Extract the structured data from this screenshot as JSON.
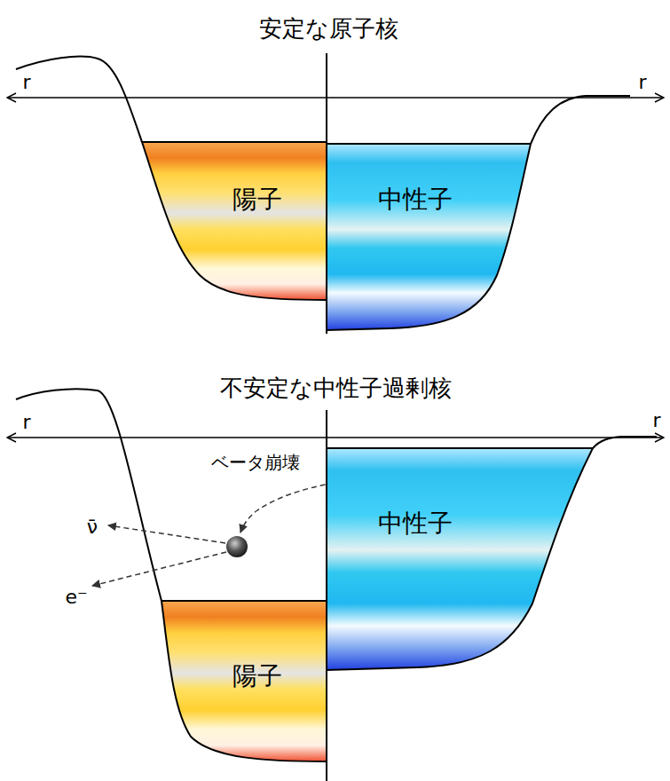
{
  "diagram": {
    "nodes": [
      {
        "text": [
          "陽子"
        ]
      },
      {
        "text": [
          "中性子"
        ]
      },
      {
        "text": [
          "中性子"
        ]
      },
      {
        "text": [
          "陽子"
        ]
      }
    ],
    "labels": [
      "安定な原子核",
      "r",
      "r",
      "不安定な中性子過剰核",
      "r",
      "r",
      "ベータ崩壊",
      "ν̄",
      "e⁻"
    ]
  }
}
